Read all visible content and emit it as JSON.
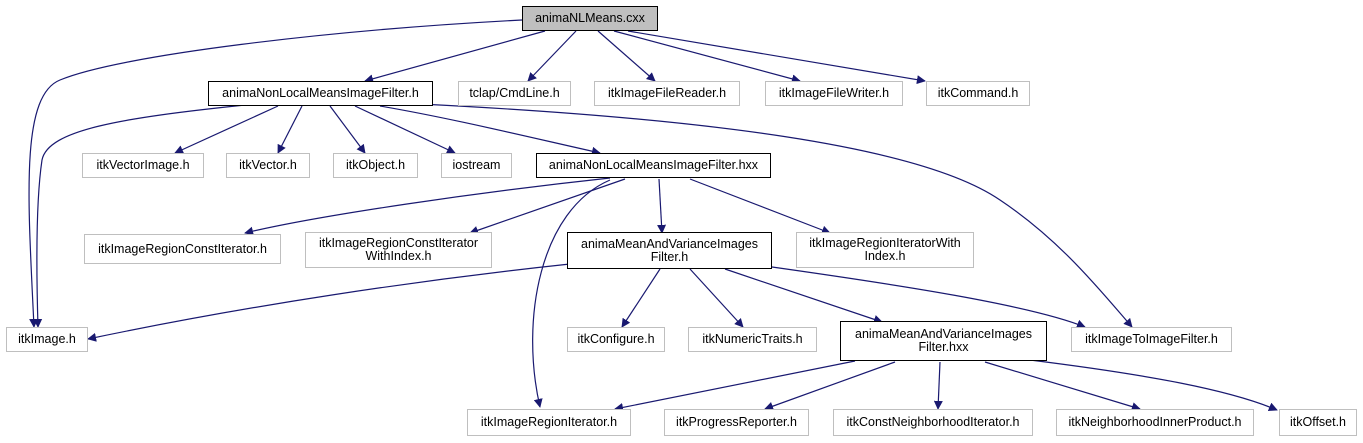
{
  "nodes": {
    "animaNLMeans_cxx": "animaNLMeans.cxx",
    "animaNonLocalMeansImageFilter_h": "animaNonLocalMeansImageFilter.h",
    "tclap_CmdLine_h": "tclap/CmdLine.h",
    "itkImageFileReader_h": "itkImageFileReader.h",
    "itkImageFileWriter_h": "itkImageFileWriter.h",
    "itkCommand_h": "itkCommand.h",
    "itkVectorImage_h": "itkVectorImage.h",
    "itkVector_h": "itkVector.h",
    "itkObject_h": "itkObject.h",
    "iostream": "iostream",
    "animaNonLocalMeansImageFilter_hxx": "animaNonLocalMeansImageFilter.hxx",
    "itkImageRegionConstIterator_h": "itkImageRegionConstIterator.h",
    "itkImageRegionConstIteratorWithIndex_h": "itkImageRegionConstIterator\nWithIndex.h",
    "animaMeanAndVarianceImagesFilter_h": "animaMeanAndVarianceImages\nFilter.h",
    "itkImageRegionIteratorWithIndex_h": "itkImageRegionIteratorWith\nIndex.h",
    "itkImage_h": "itkImage.h",
    "itkConfigure_h": "itkConfigure.h",
    "itkNumericTraits_h": "itkNumericTraits.h",
    "animaMeanAndVarianceImagesFilter_hxx": "animaMeanAndVarianceImages\nFilter.hxx",
    "itkImageToImageFilter_h": "itkImageToImageFilter.h",
    "itkImageRegionIterator_h": "itkImageRegionIterator.h",
    "itkProgressReporter_h": "itkProgressReporter.h",
    "itkConstNeighborhoodIterator_h": "itkConstNeighborhoodIterator.h",
    "itkNeighborhoodInnerProduct_h": "itkNeighborhoodInnerProduct.h",
    "itkOffset_h": "itkOffset.h"
  },
  "colors": {
    "edge": "#191970",
    "root_fill": "#bfbfbf",
    "documented_border": "#000000",
    "undocumented_border": "#bfbfbf"
  }
}
